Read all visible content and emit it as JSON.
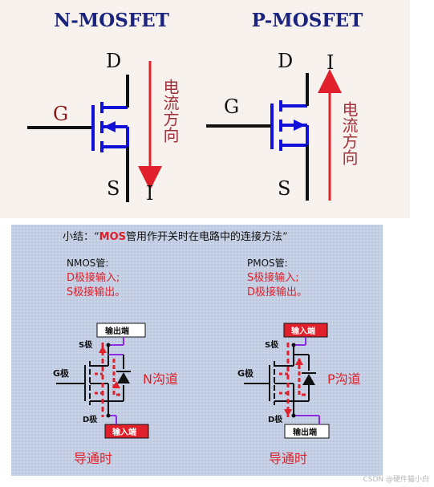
{
  "top": {
    "nmos_title": "N-MOSFET",
    "pmos_title": "P-MOSFET",
    "gate": "G",
    "drain": "D",
    "source": "S",
    "current": "I",
    "current_direction": "电流方向"
  },
  "summary": {
    "heading_prefix": "小结：“",
    "heading_highlight": "MOS",
    "heading_suffix": "管用作开关时在电路中的连接方法”",
    "nmos_label": "NMOS管:",
    "nmos_line1": "D极接输入;",
    "nmos_line2": "S极接输出。",
    "pmos_label": "PMOS管:",
    "pmos_line1": "S极接输入;",
    "pmos_line2": "D极接输出。",
    "input_port": "输入端",
    "output_port": "输出端",
    "s_pole": "S极",
    "g_pole": "G极",
    "d_pole": "D极",
    "n_channel": "N沟道",
    "p_channel": "P沟道",
    "conducting": "导通时"
  },
  "watermark": "CSDN @硬件猫小白",
  "colors": {
    "red": "#e0202a",
    "blue": "#1010d8",
    "black": "#111111",
    "purple": "#8a2be2"
  }
}
